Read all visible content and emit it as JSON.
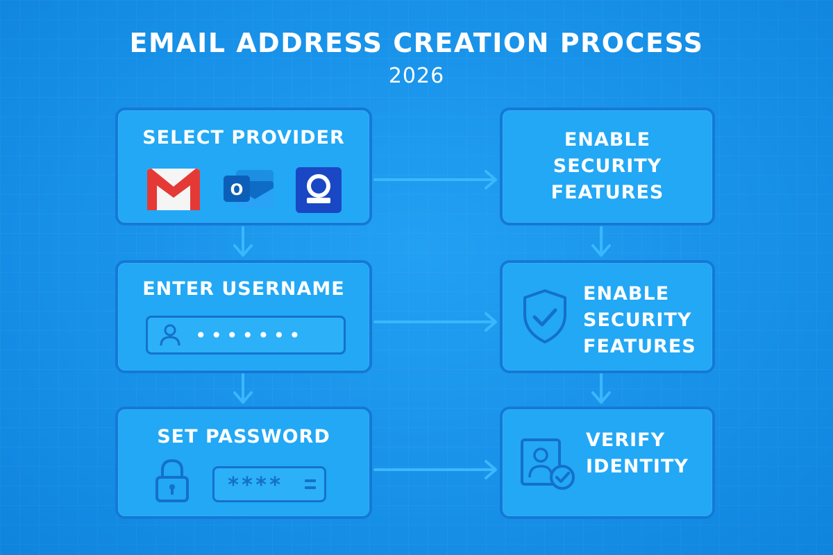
{
  "title": "EMAIL ADDRESS CREATION PROCESS",
  "subtitle": "2026",
  "colors": {
    "background": "#1c93ea",
    "card_fill": "#22a8f5",
    "card_border": "#1479d6",
    "connector": "#3ab8ff",
    "gmail_red": "#e53935",
    "outlook_blue": "#1478d4",
    "proton_blue": "#1a47c4"
  },
  "steps": {
    "select_provider": {
      "title": "SELECT PROVIDER",
      "providers": [
        {
          "icon": "gmail-icon"
        },
        {
          "icon": "outlook-icon",
          "glyph": "O"
        },
        {
          "icon": "mail-provider-icon"
        }
      ]
    },
    "enter_username": {
      "title": "ENTER USERNAME",
      "field_dots": "•••••••",
      "icon": "user-icon"
    },
    "set_password": {
      "title": "SET PASSWORD",
      "field_stars": "****",
      "icon": "padlock-icon"
    },
    "enable_security_top": {
      "lines": [
        "ENABLE",
        "SECURITY",
        "FEATURES"
      ]
    },
    "enable_security_mid": {
      "lines": [
        "ENABLE",
        "SECURITY",
        "FEATURES"
      ],
      "icon": "shield-check-icon"
    },
    "verify_identity": {
      "lines": [
        "VERIFY",
        "IDENTITY"
      ],
      "icon": "id-verify-icon"
    }
  }
}
